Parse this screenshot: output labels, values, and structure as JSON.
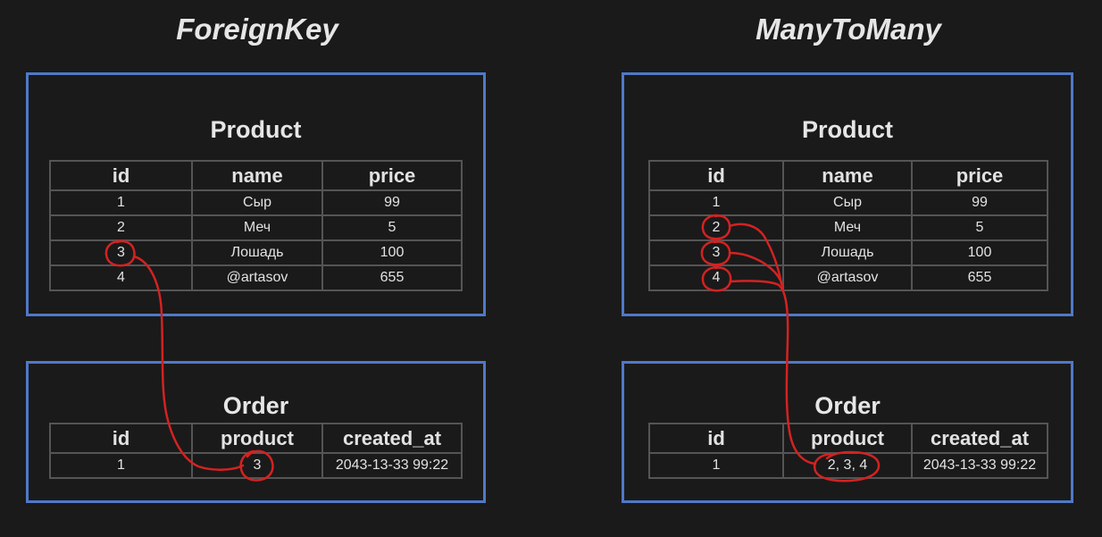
{
  "left": {
    "heading": "ForeignKey",
    "product": {
      "title": "Product",
      "headers": [
        "id",
        "name",
        "price"
      ],
      "rows": [
        [
          "1",
          "Сыр",
          "99"
        ],
        [
          "2",
          "Меч",
          "5"
        ],
        [
          "3",
          "Лошадь",
          "100"
        ],
        [
          "4",
          "@artasov",
          "655"
        ]
      ]
    },
    "order": {
      "title": "Order",
      "headers": [
        "id",
        "product",
        "created_at"
      ],
      "rows": [
        [
          "1",
          "3",
          "2043-13-33 99:22"
        ]
      ]
    }
  },
  "right": {
    "heading": "ManyToMany",
    "product": {
      "title": "Product",
      "headers": [
        "id",
        "name",
        "price"
      ],
      "rows": [
        [
          "1",
          "Сыр",
          "99"
        ],
        [
          "2",
          "Меч",
          "5"
        ],
        [
          "3",
          "Лошадь",
          "100"
        ],
        [
          "4",
          "@artasov",
          "655"
        ]
      ]
    },
    "order": {
      "title": "Order",
      "headers": [
        "id",
        "product",
        "created_at"
      ],
      "rows": [
        [
          "1",
          "2, 3, 4",
          "2043-13-33 99:22"
        ]
      ]
    }
  },
  "colors": {
    "background": "#1a1a1a",
    "panel_border": "#4f79c8",
    "table_border": "#555555",
    "annotation": "#d42222"
  }
}
